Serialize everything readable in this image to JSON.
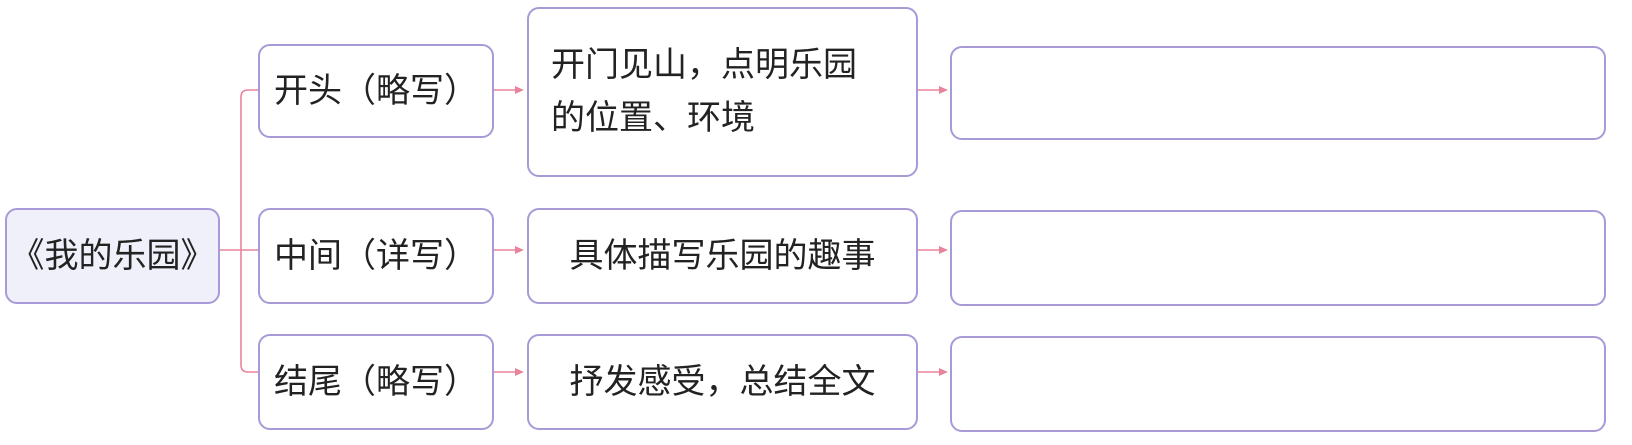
{
  "root": "《我的乐园》",
  "branches": [
    {
      "section": "开头（略写）",
      "content_line1": "开门见山，点明乐园",
      "content_line2": "的位置、环境",
      "answer": ""
    },
    {
      "section": "中间（详写）",
      "content": "具体描写乐园的趣事",
      "answer": ""
    },
    {
      "section": "结尾（略写）",
      "content": "抒发感受，总结全文",
      "answer": ""
    }
  ],
  "colors": {
    "border": "#a79ad6",
    "connector": "#e8849a",
    "root_fill": "#f0f0fb"
  }
}
